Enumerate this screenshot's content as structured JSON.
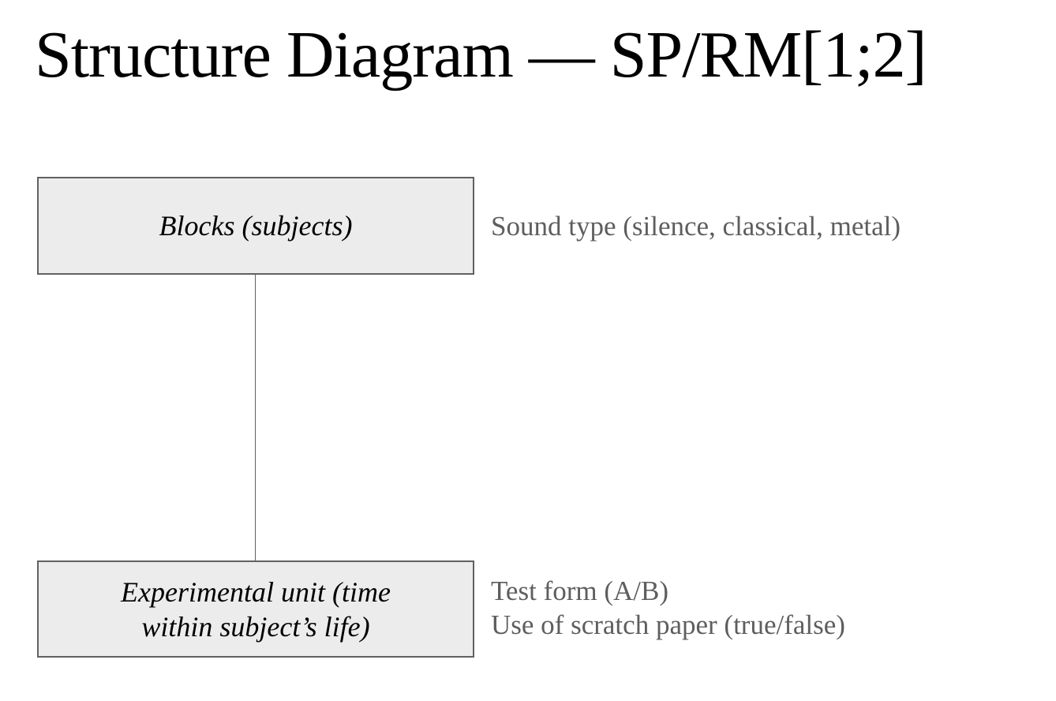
{
  "title": "Structure Diagram — SP/RM[1;2]",
  "diagram": {
    "boxes": [
      {
        "name": "blocks",
        "label_lines": [
          "Blocks (subjects)"
        ],
        "factors": [
          "Sound type (silence, classical, metal)"
        ]
      },
      {
        "name": "experimental-unit",
        "label_lines": [
          "Experimental unit (time",
          "within subject’s life)"
        ],
        "factors": [
          "Test form (A/B)",
          "Use of scratch paper (true/false)"
        ]
      }
    ]
  },
  "colors": {
    "background": "#ffffff",
    "title_text": "#000000",
    "box_fill": "#ececec",
    "box_border": "#616161",
    "box_text": "#000000",
    "connector_line": "#616161",
    "annotation_text": "#5e5e5e"
  }
}
